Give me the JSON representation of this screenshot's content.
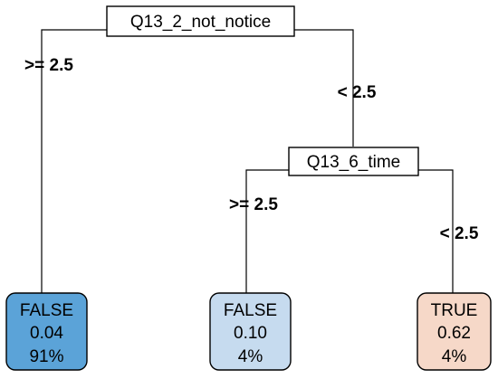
{
  "nodes": {
    "root": {
      "label": "Q13_2_not_notice"
    },
    "split2": {
      "label": "Q13_6_time"
    }
  },
  "branches": {
    "root_left": ">= 2.5",
    "root_right": "< 2.5",
    "split2_left": ">= 2.5",
    "split2_right": "< 2.5"
  },
  "leaves": [
    {
      "class": "FALSE",
      "prob": "0.04",
      "percent": "91%",
      "color": "#5ba3d8"
    },
    {
      "class": "FALSE",
      "prob": "0.10",
      "percent": "4%",
      "color": "#c6dbef"
    },
    {
      "class": "TRUE",
      "prob": "0.62",
      "percent": "4%",
      "color": "#f6d8c8"
    }
  ]
}
